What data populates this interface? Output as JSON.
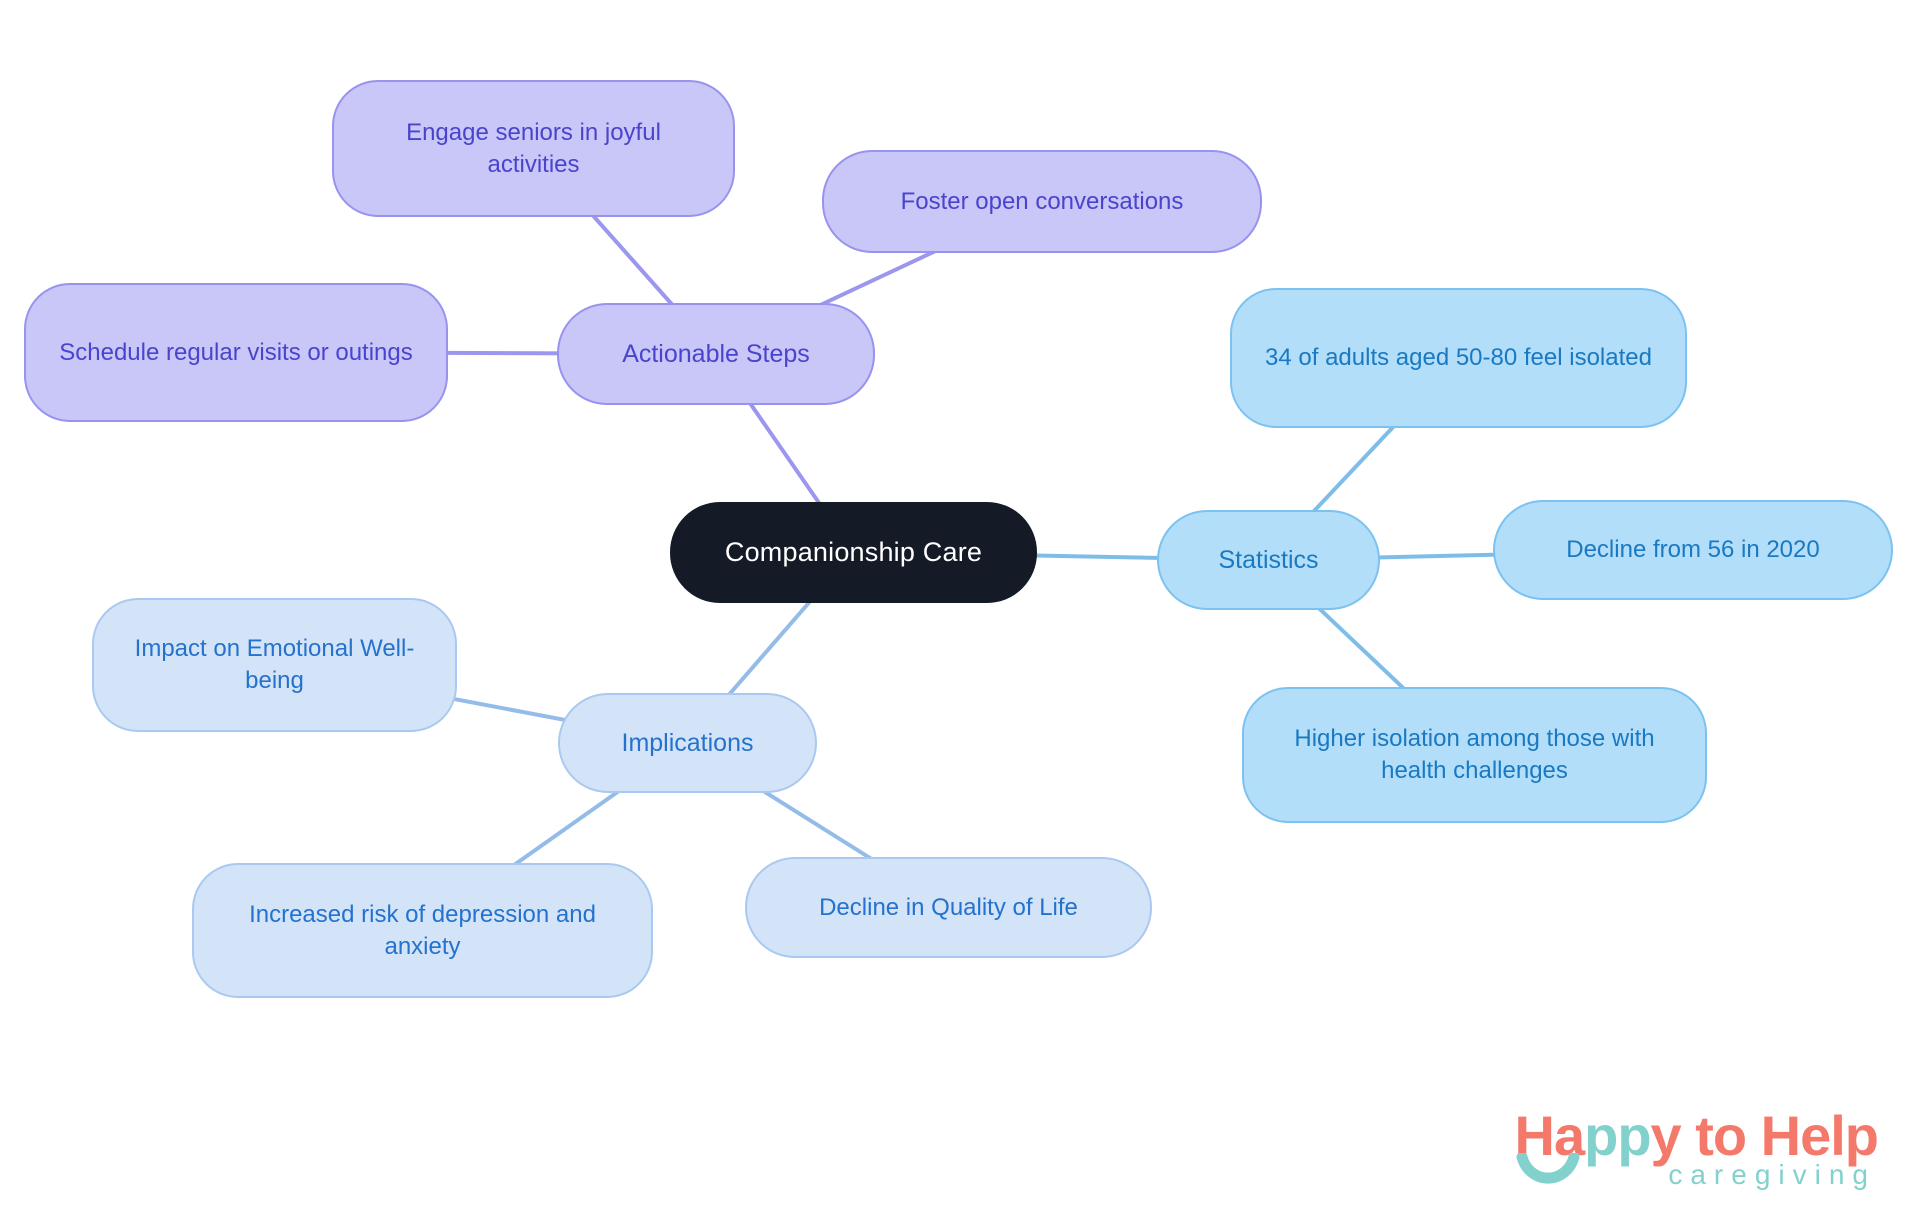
{
  "palette": {
    "background": "#ffffff",
    "central_bg": "#141b27",
    "central_text": "#ffffff",
    "purple_fill": "#c9c6f8",
    "purple_border": "#9793ef",
    "purple_text": "#4a44cd",
    "purple_edge": "#9b97ef",
    "blue_fill": "#b2defa",
    "blue_border": "#7cc2f0",
    "blue_text": "#1a79c0",
    "blue_edge": "#7fbde9",
    "pale_fill": "#d4e4f8",
    "pale_border": "#a9c9f0",
    "pale_text": "#2472cd",
    "pale_edge": "#93bce9",
    "logo_coral": "#f4796b",
    "logo_teal": "#82d1cc"
  },
  "mindmap": {
    "central": {
      "label": "Companionship Care"
    },
    "branches": [
      {
        "label": "Actionable Steps",
        "children": [
          "Engage seniors in joyful activities",
          "Foster open conversations",
          "Schedule regular visits or outings"
        ]
      },
      {
        "label": "Statistics",
        "children": [
          "34 of adults aged 50-80 feel isolated",
          "Decline from 56 in 2020",
          "Higher isolation among those with health challenges"
        ]
      },
      {
        "label": "Implications",
        "children": [
          "Impact on Emotional Well-being",
          "Increased risk of depression and anxiety",
          "Decline in Quality of Life"
        ]
      }
    ]
  },
  "logo": {
    "text_ha": "Ha",
    "text_pp": "pp",
    "text_rest": "y to Help",
    "tagline": "caregiving"
  }
}
